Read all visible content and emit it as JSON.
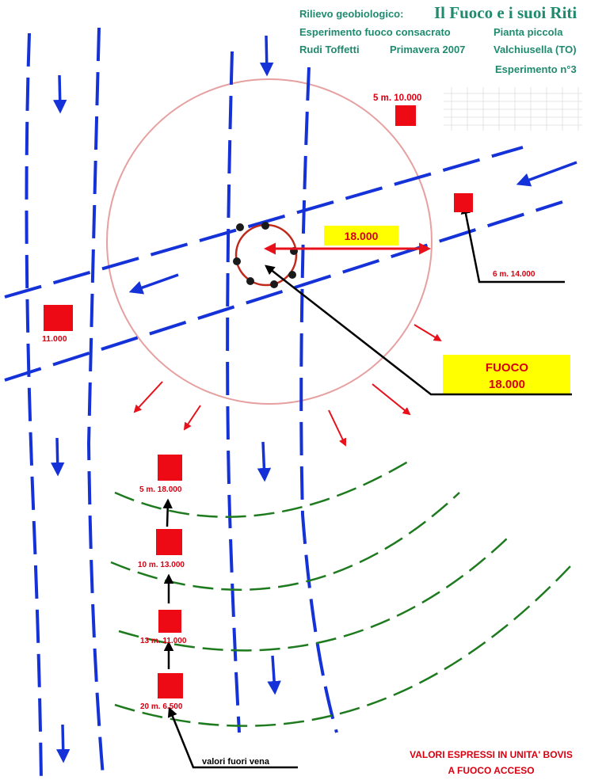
{
  "header": {
    "survey_label": "Rilievo geobiologico:",
    "title": "Il Fuoco e i suoi Riti",
    "experiment": "Esperimento fuoco consacrato",
    "plant": "Pianta piccola",
    "author": "Rudi Toffetti",
    "season": "Primavera 2007",
    "location": "Valchiusella  (TO)",
    "experiment_no": "Esperimento n°3"
  },
  "fire": {
    "radius_value": "18.000",
    "label": "FUOCO",
    "value": "18.000"
  },
  "measures": {
    "top_right": "5 m.  10.000",
    "right": "6 m.    14.000",
    "left": "11.000",
    "p5": "5 m.   18.000",
    "p10": "10 m.    13.000",
    "p13": "13 m.    11.000",
    "p20": "20 m.    6.500"
  },
  "annotations": {
    "outside_vein": "valori fuori vena",
    "units_line1": "VALORI ESPRESSI IN UNITA' BOVIS",
    "units_line2": "A FUOCO ACCESO"
  },
  "colors": {
    "vein_blue": "#1432d8",
    "green_wave": "#1e7a1e",
    "red": "#e8101a",
    "circle_pink": "#e6a0a0",
    "highlight_yellow": "#ffff00",
    "header_green": "#1f8a6e"
  }
}
